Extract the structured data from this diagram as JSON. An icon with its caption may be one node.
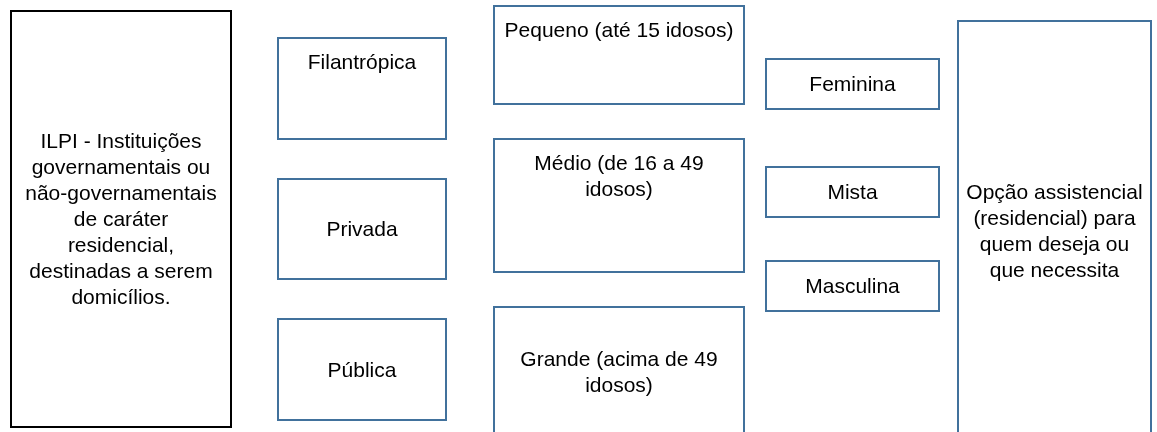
{
  "diagram": {
    "nodes": [
      {
        "text": [
          "ILPI - Instituições governamentais ou não-governamentais de caráter residencial, destinadas a serem domicílios."
        ]
      },
      {
        "text": [
          "Filantrópica"
        ]
      },
      {
        "text": [
          "Privada"
        ]
      },
      {
        "text": [
          "Pública"
        ]
      },
      {
        "text": [
          "Pequeno (até 15 idosos)"
        ]
      },
      {
        "text": [
          "Médio (de 16 a 49 idosos)"
        ]
      },
      {
        "text": [
          "Grande (acima de 49 idosos)"
        ]
      },
      {
        "text": [
          "Feminina"
        ]
      },
      {
        "text": [
          "Mista"
        ]
      },
      {
        "text": [
          "Masculina"
        ]
      },
      {
        "text": [
          "Opção assistencial (residencial) para quem deseja ou que necessita"
        ]
      }
    ],
    "edges": []
  }
}
